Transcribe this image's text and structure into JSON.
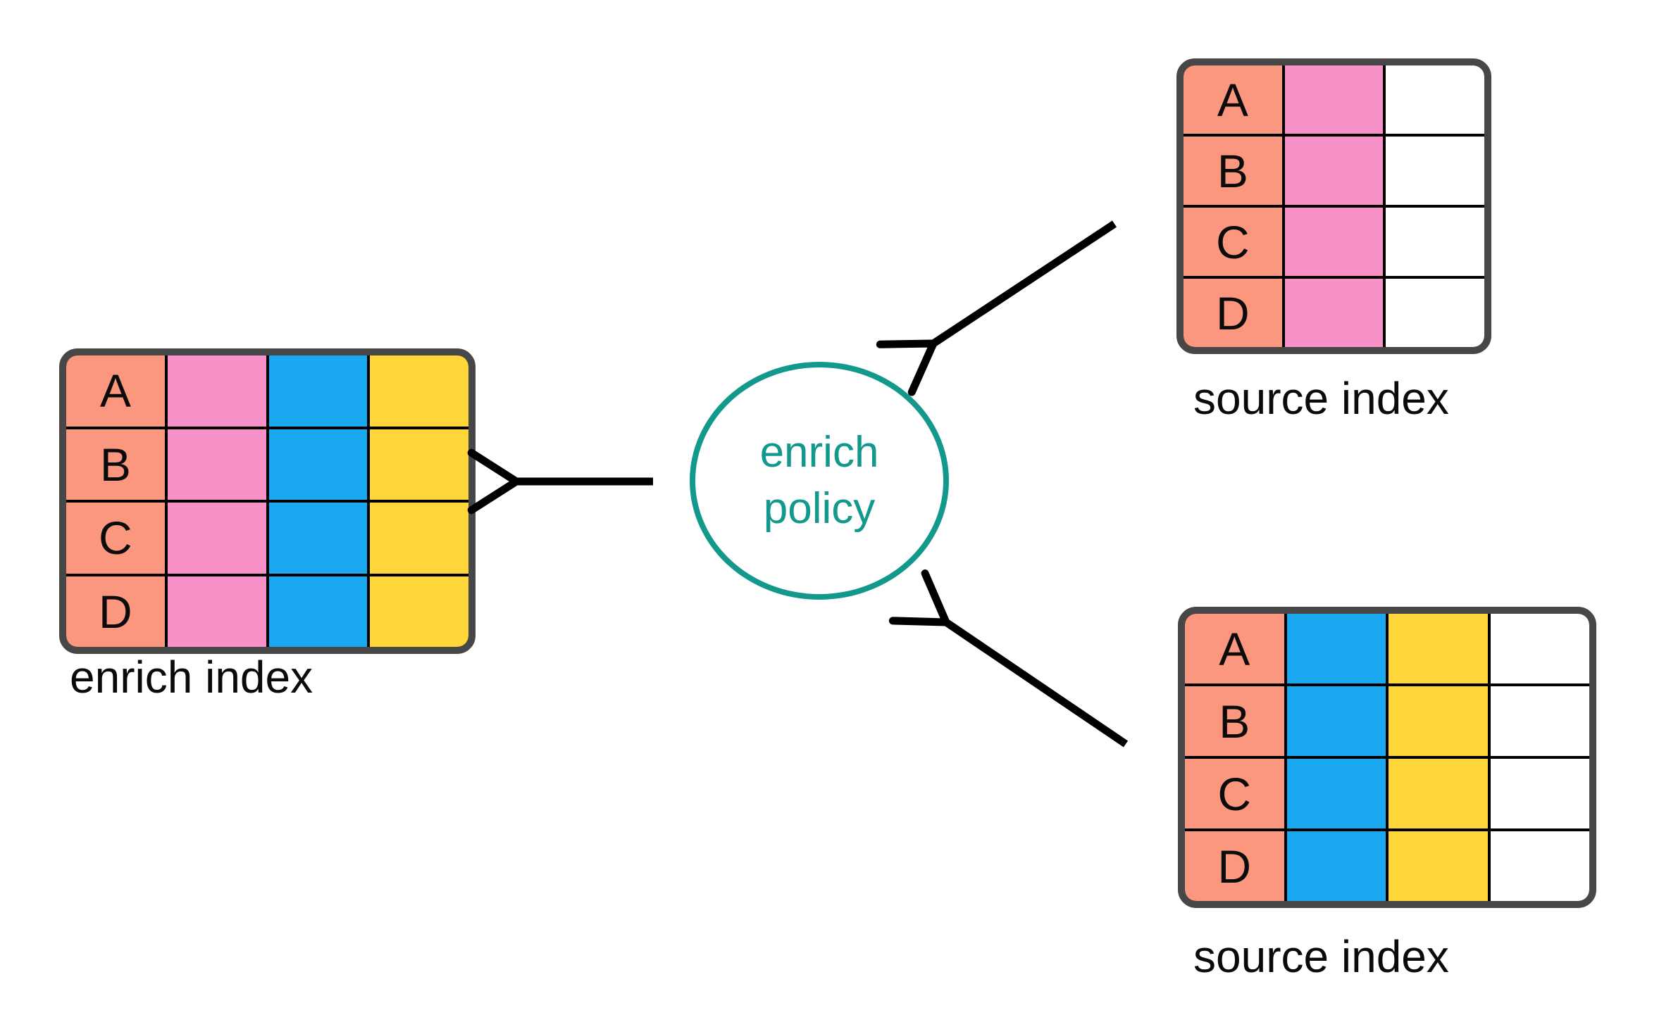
{
  "background": "#ffffff",
  "palette": {
    "salmon": "#FC977F",
    "pink": "#F791C8",
    "blue": "#1AA8F0",
    "yellow": "#FFD639",
    "white": "#FFFFFF",
    "teal": "#12998C",
    "table_border": "#474747",
    "grid_line": "#000000",
    "text": "#0A0A0A"
  },
  "policy": {
    "label_line1": "enrich",
    "label_line2": "policy"
  },
  "tables": {
    "enrich_index": {
      "label": "enrich index",
      "row_keys": [
        "A",
        "B",
        "C",
        "D"
      ],
      "columns": [
        "salmon",
        "pink",
        "blue",
        "yellow"
      ]
    },
    "source_index_top": {
      "label": "source index",
      "row_keys": [
        "A",
        "B",
        "C",
        "D"
      ],
      "columns": [
        "salmon",
        "pink",
        "white"
      ]
    },
    "source_index_bottom": {
      "label": "source index",
      "row_keys": [
        "A",
        "B",
        "C",
        "D"
      ],
      "columns": [
        "salmon",
        "blue",
        "yellow",
        "white"
      ]
    }
  },
  "connections": [
    {
      "from": "source_index_top",
      "to": "enrich_policy"
    },
    {
      "from": "source_index_bottom",
      "to": "enrich_policy"
    },
    {
      "from": "enrich_policy",
      "to": "enrich_index"
    }
  ]
}
